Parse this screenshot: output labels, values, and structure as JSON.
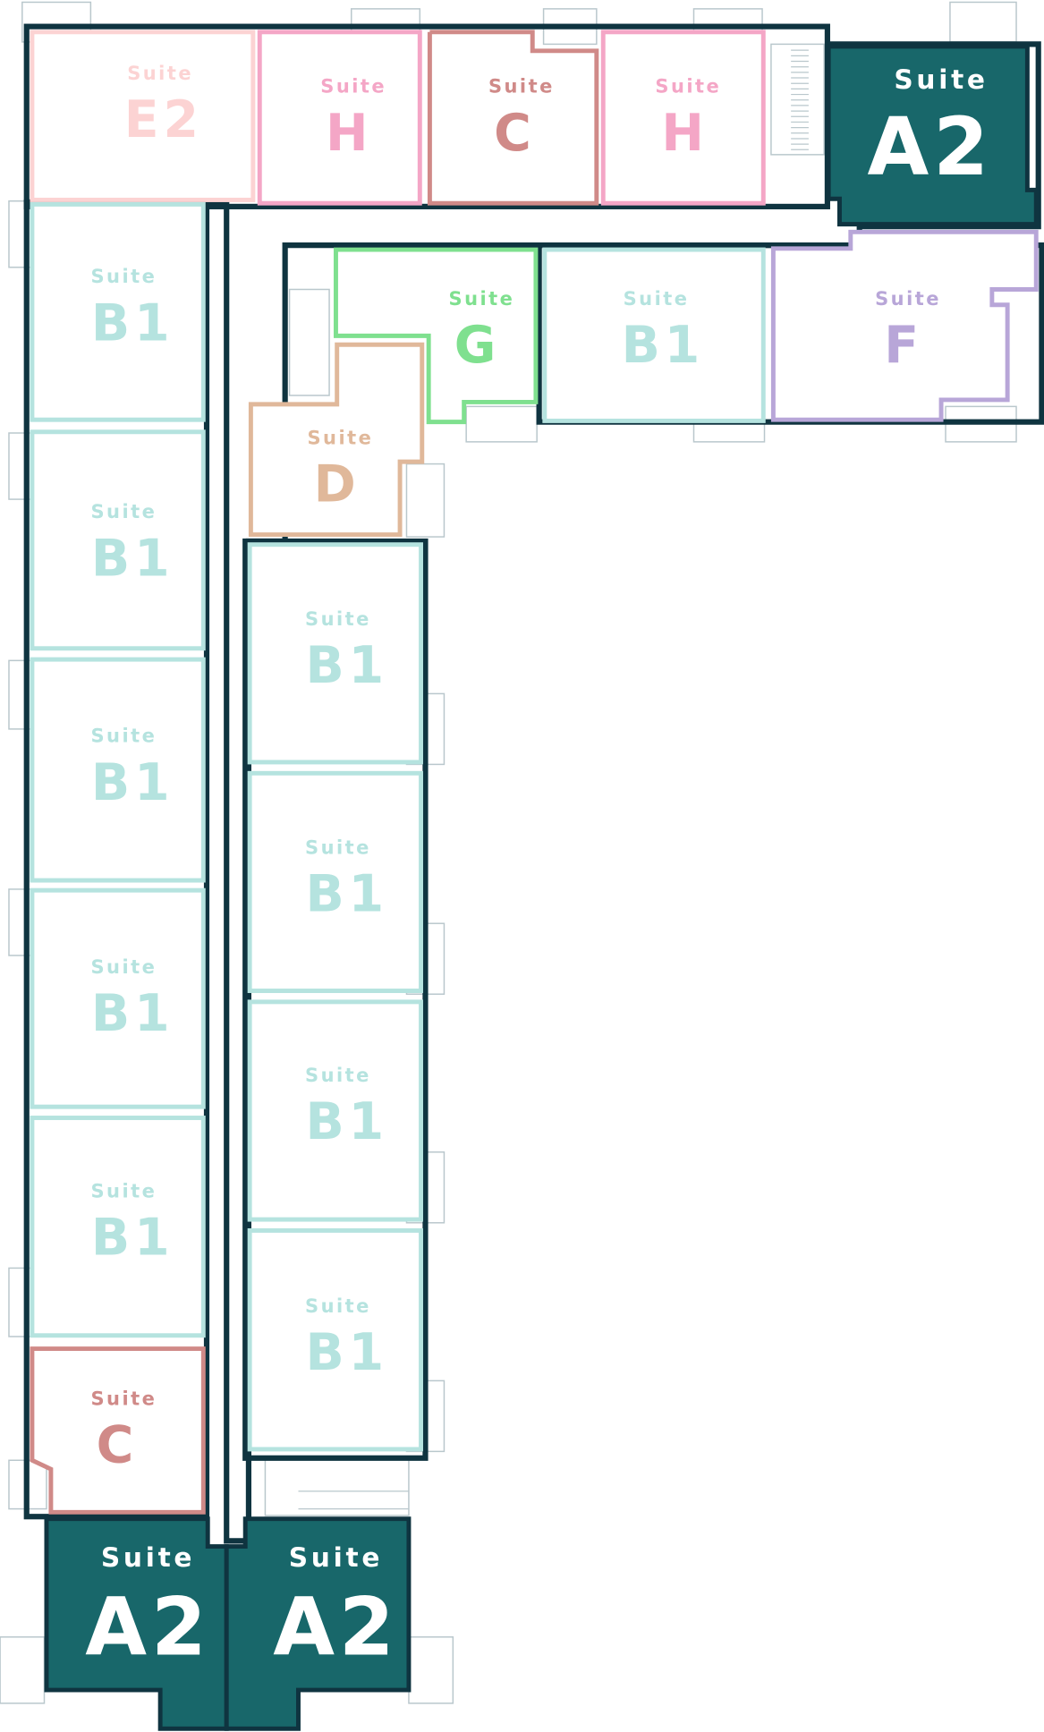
{
  "colors": {
    "wall": "#0f3440",
    "a2_fill": "#18676a",
    "b1": "#b5e3df",
    "h": "#f4a6c6",
    "c": "#d08a88",
    "e2": "#fcd3d3",
    "g": "#7fe08f",
    "d": "#e0b89a",
    "f": "#b8a6d8"
  },
  "suite_word": "Suite",
  "suites": {
    "e2": "E2",
    "h_top_left": "H",
    "c_top": "C",
    "h_top_right": "H",
    "a2_top": "A2",
    "g": "G",
    "b1_mid": "B1",
    "f": "F",
    "d": "D",
    "b1_left": [
      "B1",
      "B1",
      "B1",
      "B1",
      "B1"
    ],
    "b1_right": [
      "B1",
      "B1",
      "B1",
      "B1"
    ],
    "c_bottom": "C",
    "a2_bottom_left": "A2",
    "a2_bottom_right": "A2"
  }
}
